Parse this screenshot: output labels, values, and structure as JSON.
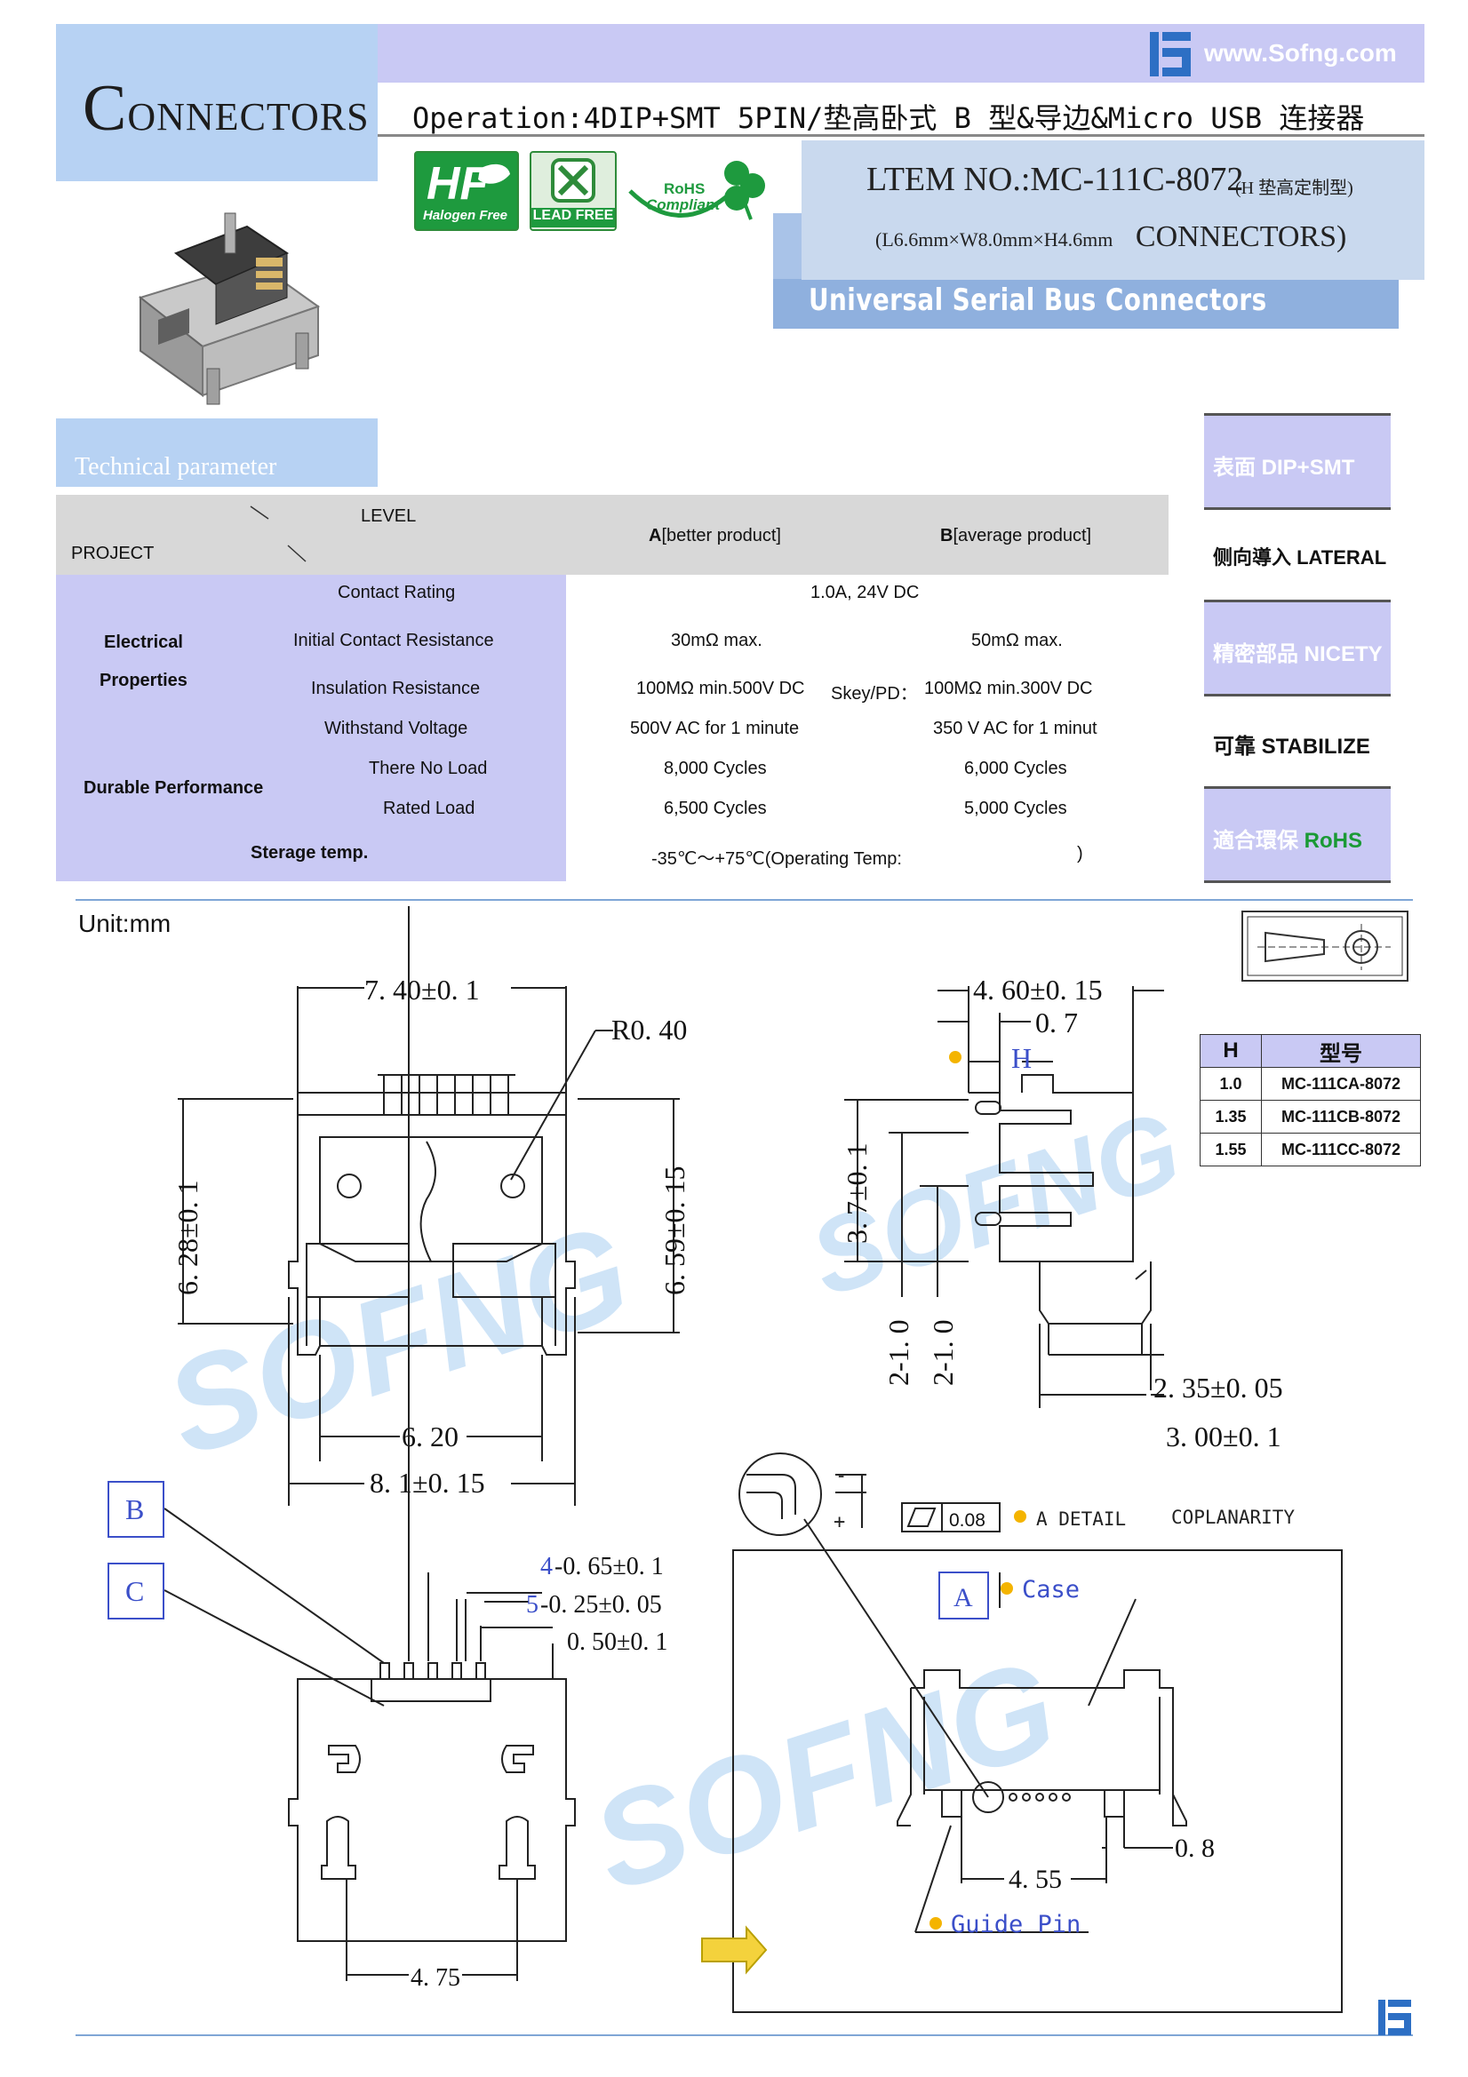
{
  "header": {
    "brand_initial": "C",
    "brand_rest": "ONNECTORS",
    "site_url": "www.Sofng.com",
    "operation": "Operation:4DIP+SMT 5PIN/垫高卧式 B 型&导边&Micro USB 连接器",
    "badges": {
      "halogen": "Halogen Free",
      "lead": "LEAD FREE",
      "rohs_line1": "RoHS",
      "rohs_line2": "Compliant"
    },
    "item_no": "LTEM NO.:MC-111C-8072",
    "item_note": "(H 垫高定制型)",
    "item_dims": "(L6.6mm×W8.0mm×H4.6mm",
    "item_type": "CONNECTORS)",
    "band": "Universal Serial Bus Connectors"
  },
  "tech": {
    "section_label": "Technical parameter",
    "head": {
      "level": "LEVEL",
      "project": "PROJECT",
      "col_a_bold": "A",
      "col_a": "[better product]",
      "col_b_bold": "B",
      "col_b": "[average product]"
    },
    "groups": {
      "electrical_1": "Electrical",
      "electrical_2": "Properties",
      "durable": "Durable Performance",
      "storage": "Sterage temp."
    },
    "rows": [
      {
        "label": "Contact Rating",
        "merged": "1.0A, 24V DC"
      },
      {
        "label": "Initial Contact Resistance",
        "a": "30mΩ max.",
        "b": "50mΩ max."
      },
      {
        "label": "Insulation Resistance",
        "a": "100MΩ min.500V DC",
        "mid": "Skey/PD：",
        "b": "100MΩ min.300V DC"
      },
      {
        "label": "Withstand Voltage",
        "a": "500V AC for 1 minute",
        "b": "350 V AC for 1 minut"
      },
      {
        "label": "There No Load",
        "a": "8,000 Cycles",
        "b": "6,000 Cycles"
      },
      {
        "label": "Rated Load",
        "a": "6,500 Cycles",
        "b": "5,000 Cycles"
      },
      {
        "merged": "-35℃～+75℃(Operating Temp:",
        "close": ")"
      }
    ]
  },
  "sidebar": [
    {
      "label": "表面 DIP+SMT",
      "style": "blue"
    },
    {
      "label": "侧向導入 LATERAL",
      "style": "white"
    },
    {
      "label": "精密部品 NICETY",
      "style": "blue"
    },
    {
      "label": "可靠 STABILIZE",
      "style": "white"
    },
    {
      "label_prefix": "適合環保 ",
      "label_accent": "RoHS",
      "style": "blue",
      "accent_color": "#1a9a35"
    }
  ],
  "unit": "Unit:mm",
  "drawing": {
    "front": {
      "w_top": "7. 40±0. 1",
      "radius": "R0. 40",
      "h_left": "6. 28±0. 1",
      "h_right": "6. 59±0. 15",
      "w_inner": "6. 20",
      "w_outer": "8. 1±0. 15"
    },
    "side": {
      "w_top": "4. 60±0. 15",
      "offset": "0. 7",
      "h_label": "H",
      "h_pin": "3. 7±0. 1",
      "pin_a": "2-1. 0",
      "pin_b": "2-1. 0",
      "foot": "2. 35±0. 05",
      "depth": "3. 00±0. 1"
    },
    "bottom": {
      "callout_b": "B",
      "callout_c": "C",
      "pitch_count": "4",
      "pitch": "-0. 65±0. 1",
      "pin_count": "5",
      "pin_w": "-0. 25±0. 05",
      "pin_l": "0. 50±0. 1",
      "peg_span": "4. 75"
    },
    "detail": {
      "minus": "-",
      "plus": "+",
      "coplanarity_value": "0.08",
      "detail_label": "A  DETAIL",
      "coplanarity": "COPLANARITY",
      "case_tag": "A",
      "case": "Case",
      "guide_pin": "Guide Pin",
      "guide_span": "4. 55",
      "guide_w": "0. 8"
    },
    "watermark": "SOFNG"
  },
  "model_table": {
    "headers": [
      "H",
      "型号"
    ],
    "rows": [
      [
        "1.0",
        "MC-111CA-8072"
      ],
      [
        "1.35",
        "MC-111CB-8072"
      ],
      [
        "1.55",
        "MC-111CC-8072"
      ]
    ]
  },
  "colors": {
    "header_blue": "#b7d2f3",
    "lavender": "#c9c9f4",
    "band_blue": "#8fb0de",
    "accent_orange": "#f4b400"
  }
}
